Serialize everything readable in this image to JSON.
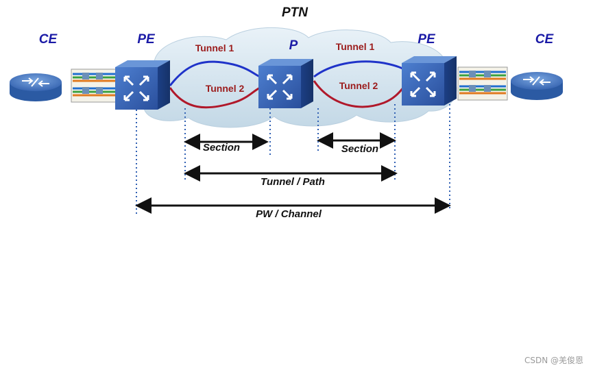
{
  "diagram": {
    "title": "PTN",
    "nodes": {
      "ce_left": "CE",
      "pe_left": "PE",
      "p_center": "P",
      "pe_right": "PE",
      "ce_right": "CE"
    },
    "tunnels": {
      "left_tunnel1": "Tunnel 1",
      "left_tunnel2": "Tunnel 2",
      "right_tunnel1": "Tunnel 1",
      "right_tunnel2": "Tunnel 2"
    },
    "spans": {
      "section_left": "Section",
      "section_right": "Section",
      "tunnel_path": "Tunnel / Path",
      "pw_channel": "PW / Channel"
    },
    "colors": {
      "tunnel1": "#1f33c9",
      "tunnel2": "#b0182a",
      "cloud": "#d6e6f0",
      "switch_face": "#2f5fb3",
      "router": "#3a6fb8",
      "node_label": "#1a1aa6"
    },
    "icons": {
      "router": "router-icon",
      "switch": "switch-icon",
      "cable": "cable-bundle-icon",
      "cloud": "cloud-icon"
    }
  },
  "watermark": "CSDN @羌俊恩"
}
